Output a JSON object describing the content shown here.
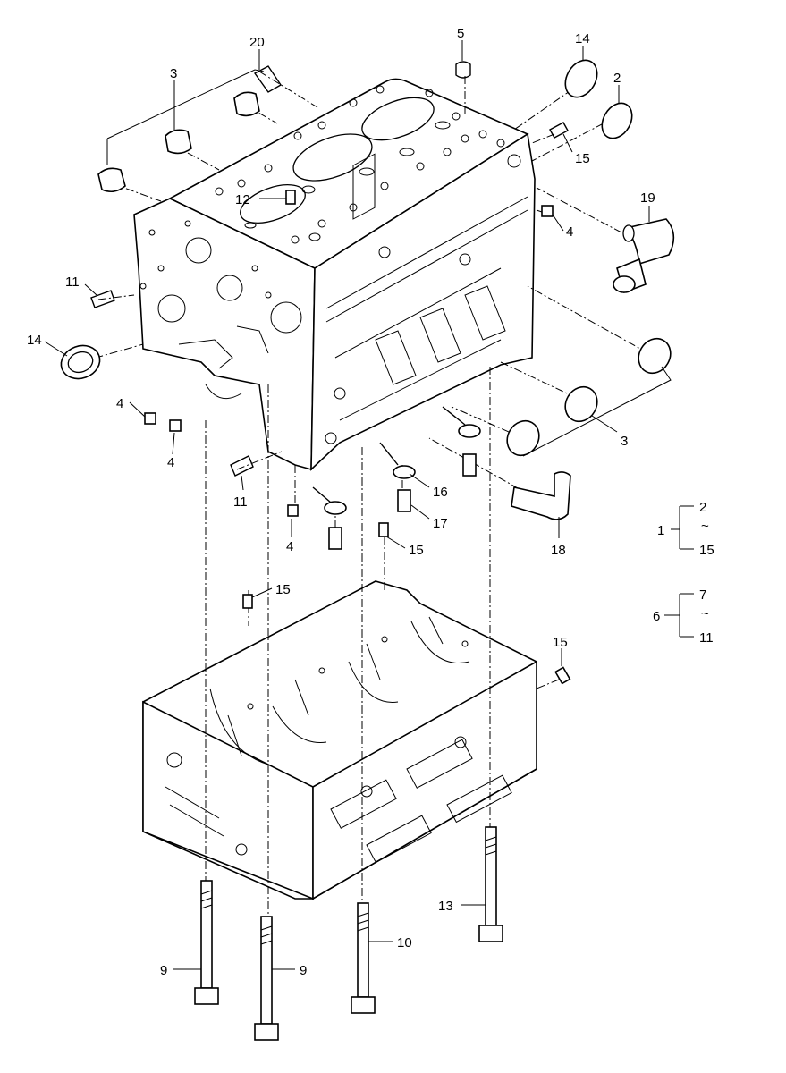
{
  "diagram": {
    "callouts": [
      {
        "id": "c20",
        "text": "20"
      },
      {
        "id": "c5",
        "text": "5"
      },
      {
        "id": "c14a",
        "text": "14"
      },
      {
        "id": "c2a",
        "text": "2"
      },
      {
        "id": "c3a",
        "text": "3"
      },
      {
        "id": "c15a",
        "text": "15"
      },
      {
        "id": "c19",
        "text": "19"
      },
      {
        "id": "c12",
        "text": "12"
      },
      {
        "id": "c4a",
        "text": "4"
      },
      {
        "id": "c11a",
        "text": "11"
      },
      {
        "id": "c14b",
        "text": "14"
      },
      {
        "id": "c4b",
        "text": "4"
      },
      {
        "id": "c4c",
        "text": "4"
      },
      {
        "id": "c3b",
        "text": "3"
      },
      {
        "id": "c11b",
        "text": "11"
      },
      {
        "id": "c16",
        "text": "16"
      },
      {
        "id": "c17",
        "text": "17"
      },
      {
        "id": "c4d",
        "text": "4"
      },
      {
        "id": "c15b",
        "text": "15"
      },
      {
        "id": "c18",
        "text": "18"
      },
      {
        "id": "c15c",
        "text": "15"
      },
      {
        "id": "c15d",
        "text": "15"
      },
      {
        "id": "c13",
        "text": "13"
      },
      {
        "id": "c10",
        "text": "10"
      },
      {
        "id": "c9a",
        "text": "9"
      },
      {
        "id": "c9b",
        "text": "9"
      }
    ],
    "groups": [
      {
        "parent": "1",
        "from": "2",
        "tilde": "~",
        "to": "15"
      },
      {
        "parent": "6",
        "from": "7",
        "tilde": "~",
        "to": "11"
      }
    ]
  }
}
